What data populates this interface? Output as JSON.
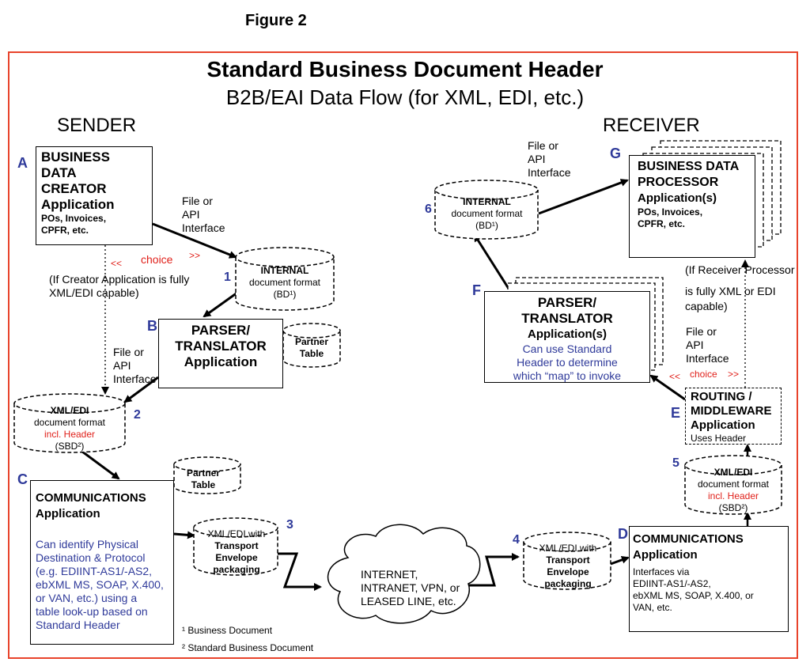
{
  "figure_label": "Figure  2",
  "title": "Standard Business Document Header",
  "subtitle": "B2B/EAI  Data Flow (for XML, EDI, etc.)",
  "sender_heading": "SENDER",
  "receiver_heading": "RECEIVER",
  "letters": {
    "a": "A",
    "b": "B",
    "c": "C",
    "d": "D",
    "e": "E",
    "f": "F",
    "g": "G"
  },
  "numbers": {
    "n1": "1",
    "n2": "2",
    "n3": "3",
    "n4": "4",
    "n5": "5",
    "n6": "6"
  },
  "creator": {
    "line1": "BUSINESS",
    "line2": "DATA",
    "line3": "CREATOR",
    "line4": "Application",
    "line5": "POs, Invoices,",
    "line6": "CPFR, etc."
  },
  "processor": {
    "line1": "BUSINESS DATA",
    "line2": "PROCESSOR",
    "line3": "Application(s)",
    "line4": "POs, Invoices,",
    "line5": "CPFR, etc."
  },
  "file_api_1": {
    "l1": "File or",
    "l2": "API",
    "l3": "Interface"
  },
  "file_api_2": {
    "l1": "File or",
    "l2": "API",
    "l3": "Interface"
  },
  "file_api_3": {
    "l1": "File or",
    "l2": "API",
    "l3": "Interface"
  },
  "file_api_4": {
    "l1": "File or",
    "l2": "API",
    "l3": "Interface"
  },
  "choice_left": {
    "open": "<<",
    "word": "choice",
    "close": ">>"
  },
  "choice_right": {
    "open": "<<",
    "word": "choice",
    "close": ">>"
  },
  "creator_note": {
    "l1": "(If Creator  Application is fully",
    "l2": "XML/EDI    capable)"
  },
  "receiver_note": {
    "l1": "(If Receiver  Processor",
    "l2": "is fully XML  or EDI",
    "l3": "capable)"
  },
  "internal_left": {
    "l1": "INTERNAL",
    "l2": "document format",
    "l3": "(BD¹)"
  },
  "internal_right": {
    "l1": "INTERNAL",
    "l2": "document format",
    "l3": "(BD¹)"
  },
  "parser_left": {
    "l1": "PARSER/",
    "l2": "TRANSLATOR",
    "l3": "Application"
  },
  "parser_right": {
    "l1": "PARSER/",
    "l2": "TRANSLATOR",
    "l3": "Application(s)",
    "l4": "Can use Standard",
    "l5": "Header to determine",
    "l6": "which “map” to invoke"
  },
  "partner_table_1": {
    "l1": "Partner",
    "l2": "Table"
  },
  "partner_table_2": {
    "l1": "Partner",
    "l2": "Table"
  },
  "xmledi_left": {
    "l1": "XML/EDI",
    "l2": "document format",
    "l3": "incl. Header",
    "l4": "(SBD²)"
  },
  "xmledi_right": {
    "l1": "XML/EDI",
    "l2": "document format",
    "l3": "incl. Header",
    "l4": "(SBD²)"
  },
  "comm_left": {
    "l1": "COMMUNICATIONS",
    "l2": "Application",
    "d1": "Can identify Physical",
    "d2": "Destination & Protocol",
    "d3": "(e.g. EDIINT-AS1/-AS2,",
    "d4": "ebXML MS, SOAP, X.400,",
    "d5": "or VAN, etc.) using a",
    "d6": "table look-up based on",
    "d7": "Standard Header"
  },
  "comm_right": {
    "l1": "COMMUNICATIONS",
    "l2": "Application",
    "d1": "Interfaces via",
    "d2": "EDIINT-AS1/-AS2,",
    "d3": "ebXML MS, SOAP, X.400, or",
    "d4": "VAN, etc."
  },
  "transport_left": {
    "l1": "XML/EDI with",
    "l2": "Transport",
    "l3": "Envelope",
    "l4": "packaging"
  },
  "transport_right": {
    "l1": "XML/EDI with",
    "l2": "Transport",
    "l3": "Envelope",
    "l4": "packaging"
  },
  "cloud": {
    "l1": "INTERNET,",
    "l2": "INTRANET, VPN, or",
    "l3": "LEASED LINE, etc."
  },
  "routing": {
    "l1": "ROUTING /",
    "l2": "MIDDLEWARE",
    "l3": "Application",
    "l4": "Uses Header"
  },
  "footnotes": {
    "f1": "¹ Business Document",
    "f2": "² Standard Business Document"
  },
  "colors": {
    "frame": "#e8432b",
    "letters": "#2f3a9a",
    "highlight": "#e0201a"
  }
}
